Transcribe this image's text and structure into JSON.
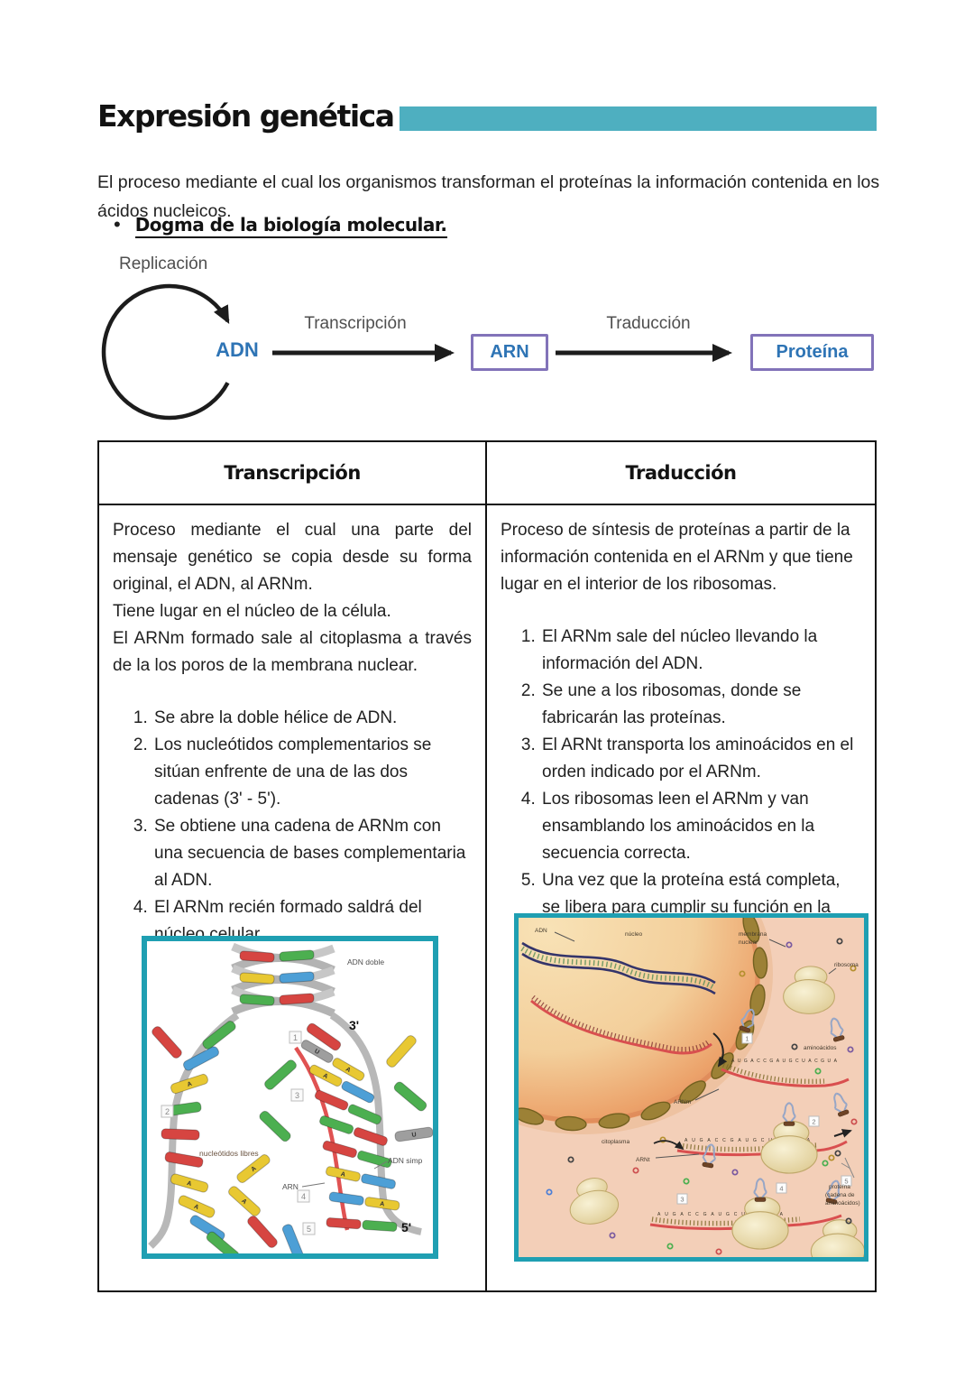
{
  "doc": {
    "title": "Expresión genética",
    "intro": "El proceso mediante el cual los organismos transforman el proteínas la información contenida en los ácidos nucleicos.",
    "bullet_glyph": "•",
    "bullet_heading": "Dogma de la biología molecular."
  },
  "dogma": {
    "replication_label": "Replicación",
    "transcription_label": "Transcripción",
    "translation_label": "Traducción",
    "adn": "ADN",
    "arn": "ARN",
    "protein": "Proteína"
  },
  "table": {
    "transcription": {
      "header": "Transcripción",
      "paragraphs": [
        "Proceso mediante el cual una parte del mensaje genético se copia desde su forma original, el ADN, al ARNm.",
        "Tiene lugar en el núcleo de la célula.",
        "El ARNm formado sale al citoplasma a través de la los poros de la membrana nuclear."
      ],
      "steps": [
        "Se abre la doble hélice de ADN.",
        "Los nucleótidos complementarios se sitúan enfrente de una de las dos cadenas (3' - 5').",
        "Se obtiene una cadena de ARNm con una secuencia de bases complementaria al ADN.",
        "El ARNm recién formado saldrá del núcleo celular."
      ],
      "figure": {
        "adn_doble": "ADN doble",
        "three_prime": "3'",
        "five_prime": "5'",
        "nucleotidos_libres": "nucleótidos libres",
        "arn": "ARN",
        "adn_simple": "ADN simp",
        "base_a": "A",
        "base_u": "U",
        "markers": [
          "1",
          "2",
          "3",
          "4",
          "5"
        ]
      }
    },
    "translation": {
      "header": "Traducción",
      "paragraphs": [
        "Proceso de síntesis de proteínas a partir de la información contenida en el ARNm y que tiene lugar en el interior de los ribosomas."
      ],
      "steps": [
        "El ARNm sale del núcleo llevando la información del ADN.",
        "Se une a los ribosomas, donde se fabricarán las proteínas.",
        "El ARNt transporta los aminoácidos en el orden indicado por el ARNm.",
        "Los ribosomas leen el ARNm y van ensamblando los aminoácidos en la secuencia correcta.",
        "Una vez que la proteína está completa, se libera para cumplir su función en la célula."
      ],
      "figure": {
        "adn": "ADN",
        "nucleo": "núcleo",
        "membrana": [
          "membrana",
          "nuclear"
        ],
        "ribosoma": "ribosoma",
        "aminoacidos": "aminoácidos",
        "arnm": "ARNm",
        "citoplasma": "citoplasma",
        "arnt": "ARNt",
        "proteina": [
          "proteína",
          "(cadena de",
          "aminoácidos)"
        ],
        "sequence": "AUGACCGAUGCUACGUA",
        "markers": [
          "1",
          "2",
          "3",
          "4",
          "5"
        ]
      }
    }
  },
  "colors": {
    "accent_teal": "#4eafc0",
    "figure_border_teal": "#1f9fb2",
    "node_text_blue": "#2e74b5",
    "box_border_purple": "#8273b9",
    "diagram_label_gray": "#4f4f4f",
    "nucleotide_red": "#d64541",
    "nucleotide_yellow": "#e8c832",
    "nucleotide_green": "#4caf50",
    "nucleotide_blue": "#4d9fd6",
    "rna_strand_red": "#e05252",
    "cytoplasm_salmon": "#f3cfb8",
    "ribosome_cream": "#f0e5bd"
  }
}
